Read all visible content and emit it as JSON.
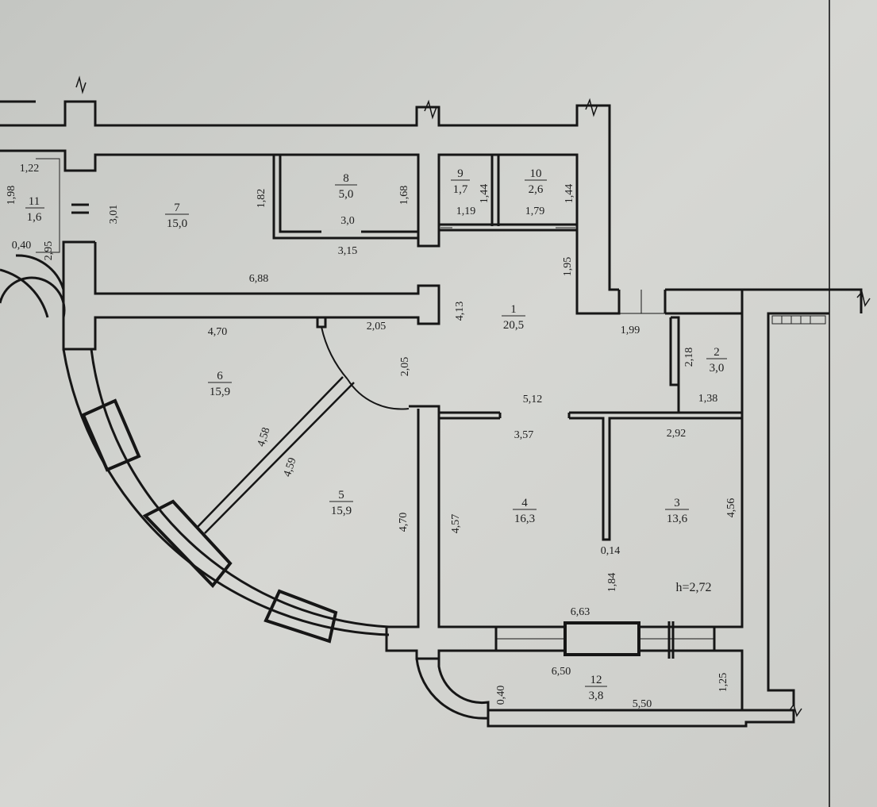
{
  "plan": {
    "rooms": [
      {
        "number": "1",
        "area": "20,5"
      },
      {
        "number": "2",
        "area": "3,0"
      },
      {
        "number": "3",
        "area": "13,6"
      },
      {
        "number": "4",
        "area": "16,3"
      },
      {
        "number": "5",
        "area": "15,9"
      },
      {
        "number": "6",
        "area": "15,9"
      },
      {
        "number": "7",
        "area": "15,0"
      },
      {
        "number": "8",
        "area": "5,0"
      },
      {
        "number": "9",
        "area": "1,7"
      },
      {
        "number": "10",
        "area": "2,6"
      },
      {
        "number": "11",
        "area": "1,6"
      },
      {
        "number": "12",
        "area": "3,8"
      }
    ],
    "dimensions": [
      "1,22",
      "1,98",
      "0,40",
      "2,95",
      "3,01",
      "1,82",
      "3,0",
      "1,68",
      "3,15",
      "1,44",
      "1,19",
      "1,44",
      "1,79",
      "1,95",
      "6,88",
      "4,13",
      "1,99",
      "4,70",
      "2,05",
      "2,05",
      "2,18",
      "1,38",
      "5,12",
      "3,57",
      "2,92",
      "4,58",
      "4,59",
      "4,70",
      "4,57",
      "4,56",
      "0,14",
      "1,84",
      "6,63",
      "6,50",
      "0,40",
      "5,50",
      "1,25"
    ],
    "ceiling_height": "h=2,72"
  }
}
